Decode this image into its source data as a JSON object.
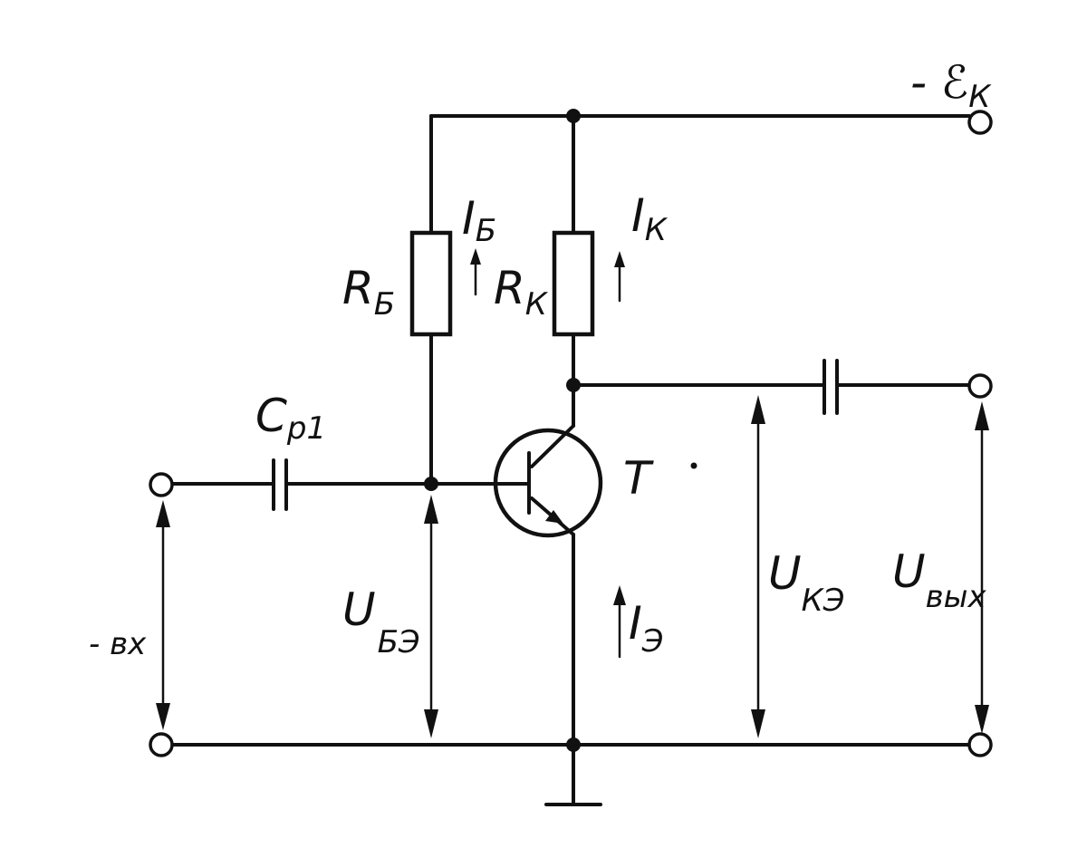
{
  "labels": {
    "supply_sym": "- ℰ",
    "supply_sub": "К",
    "ib_sym": "I",
    "ib_sub": "Б",
    "ik_sym": "I",
    "ik_sub": "К",
    "rb_sym": "R",
    "rb_sub": "Б",
    "rk_sym": "R",
    "rk_sub": "К",
    "cp1_sym": "C",
    "cp1_sub": "р1",
    "transistor": "T",
    "ube_sym": "U",
    "ube_sub": "БЭ",
    "ie_sym": "I",
    "ie_sub": "Э",
    "uke_sym": "U",
    "uke_sub": "КЭ",
    "uout_sym": "U",
    "uout_sub": "вых",
    "uin_text": "- вх"
  },
  "colors": {
    "ink": "#111111",
    "paper": "#ffffff"
  }
}
